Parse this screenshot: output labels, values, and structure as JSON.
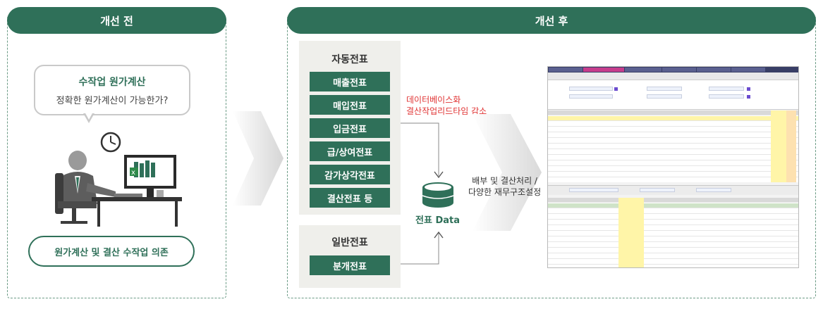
{
  "before": {
    "title": "개선 전",
    "bubble": {
      "line1": "수작업 원가계산",
      "line2": "정확한 원가계산이 가능한가?"
    },
    "dependency": "원가계산 및 결산 수작업 의존"
  },
  "after": {
    "title": "개선 후",
    "auto_group": {
      "title": "자동전표",
      "items": [
        "매출전표",
        "매입전표",
        "입금전표",
        "급/상여전표",
        "감가상각전표",
        "결산전표 등"
      ]
    },
    "general_group": {
      "title": "일반전표",
      "items": [
        "분개전표"
      ]
    },
    "db_note": {
      "line1": "데이터베이스화",
      "line2": "결산작업리드타임 감소"
    },
    "db_label": "전표 Data",
    "distribution_note": {
      "line1": "배부 및 결산처리 /",
      "line2": "다양한 재무구조설정"
    }
  },
  "colors": {
    "primary": "#2f7059",
    "accent_red": "#e03434",
    "box_bg": "#efefeb",
    "dashed_border": "#6a9a84"
  }
}
